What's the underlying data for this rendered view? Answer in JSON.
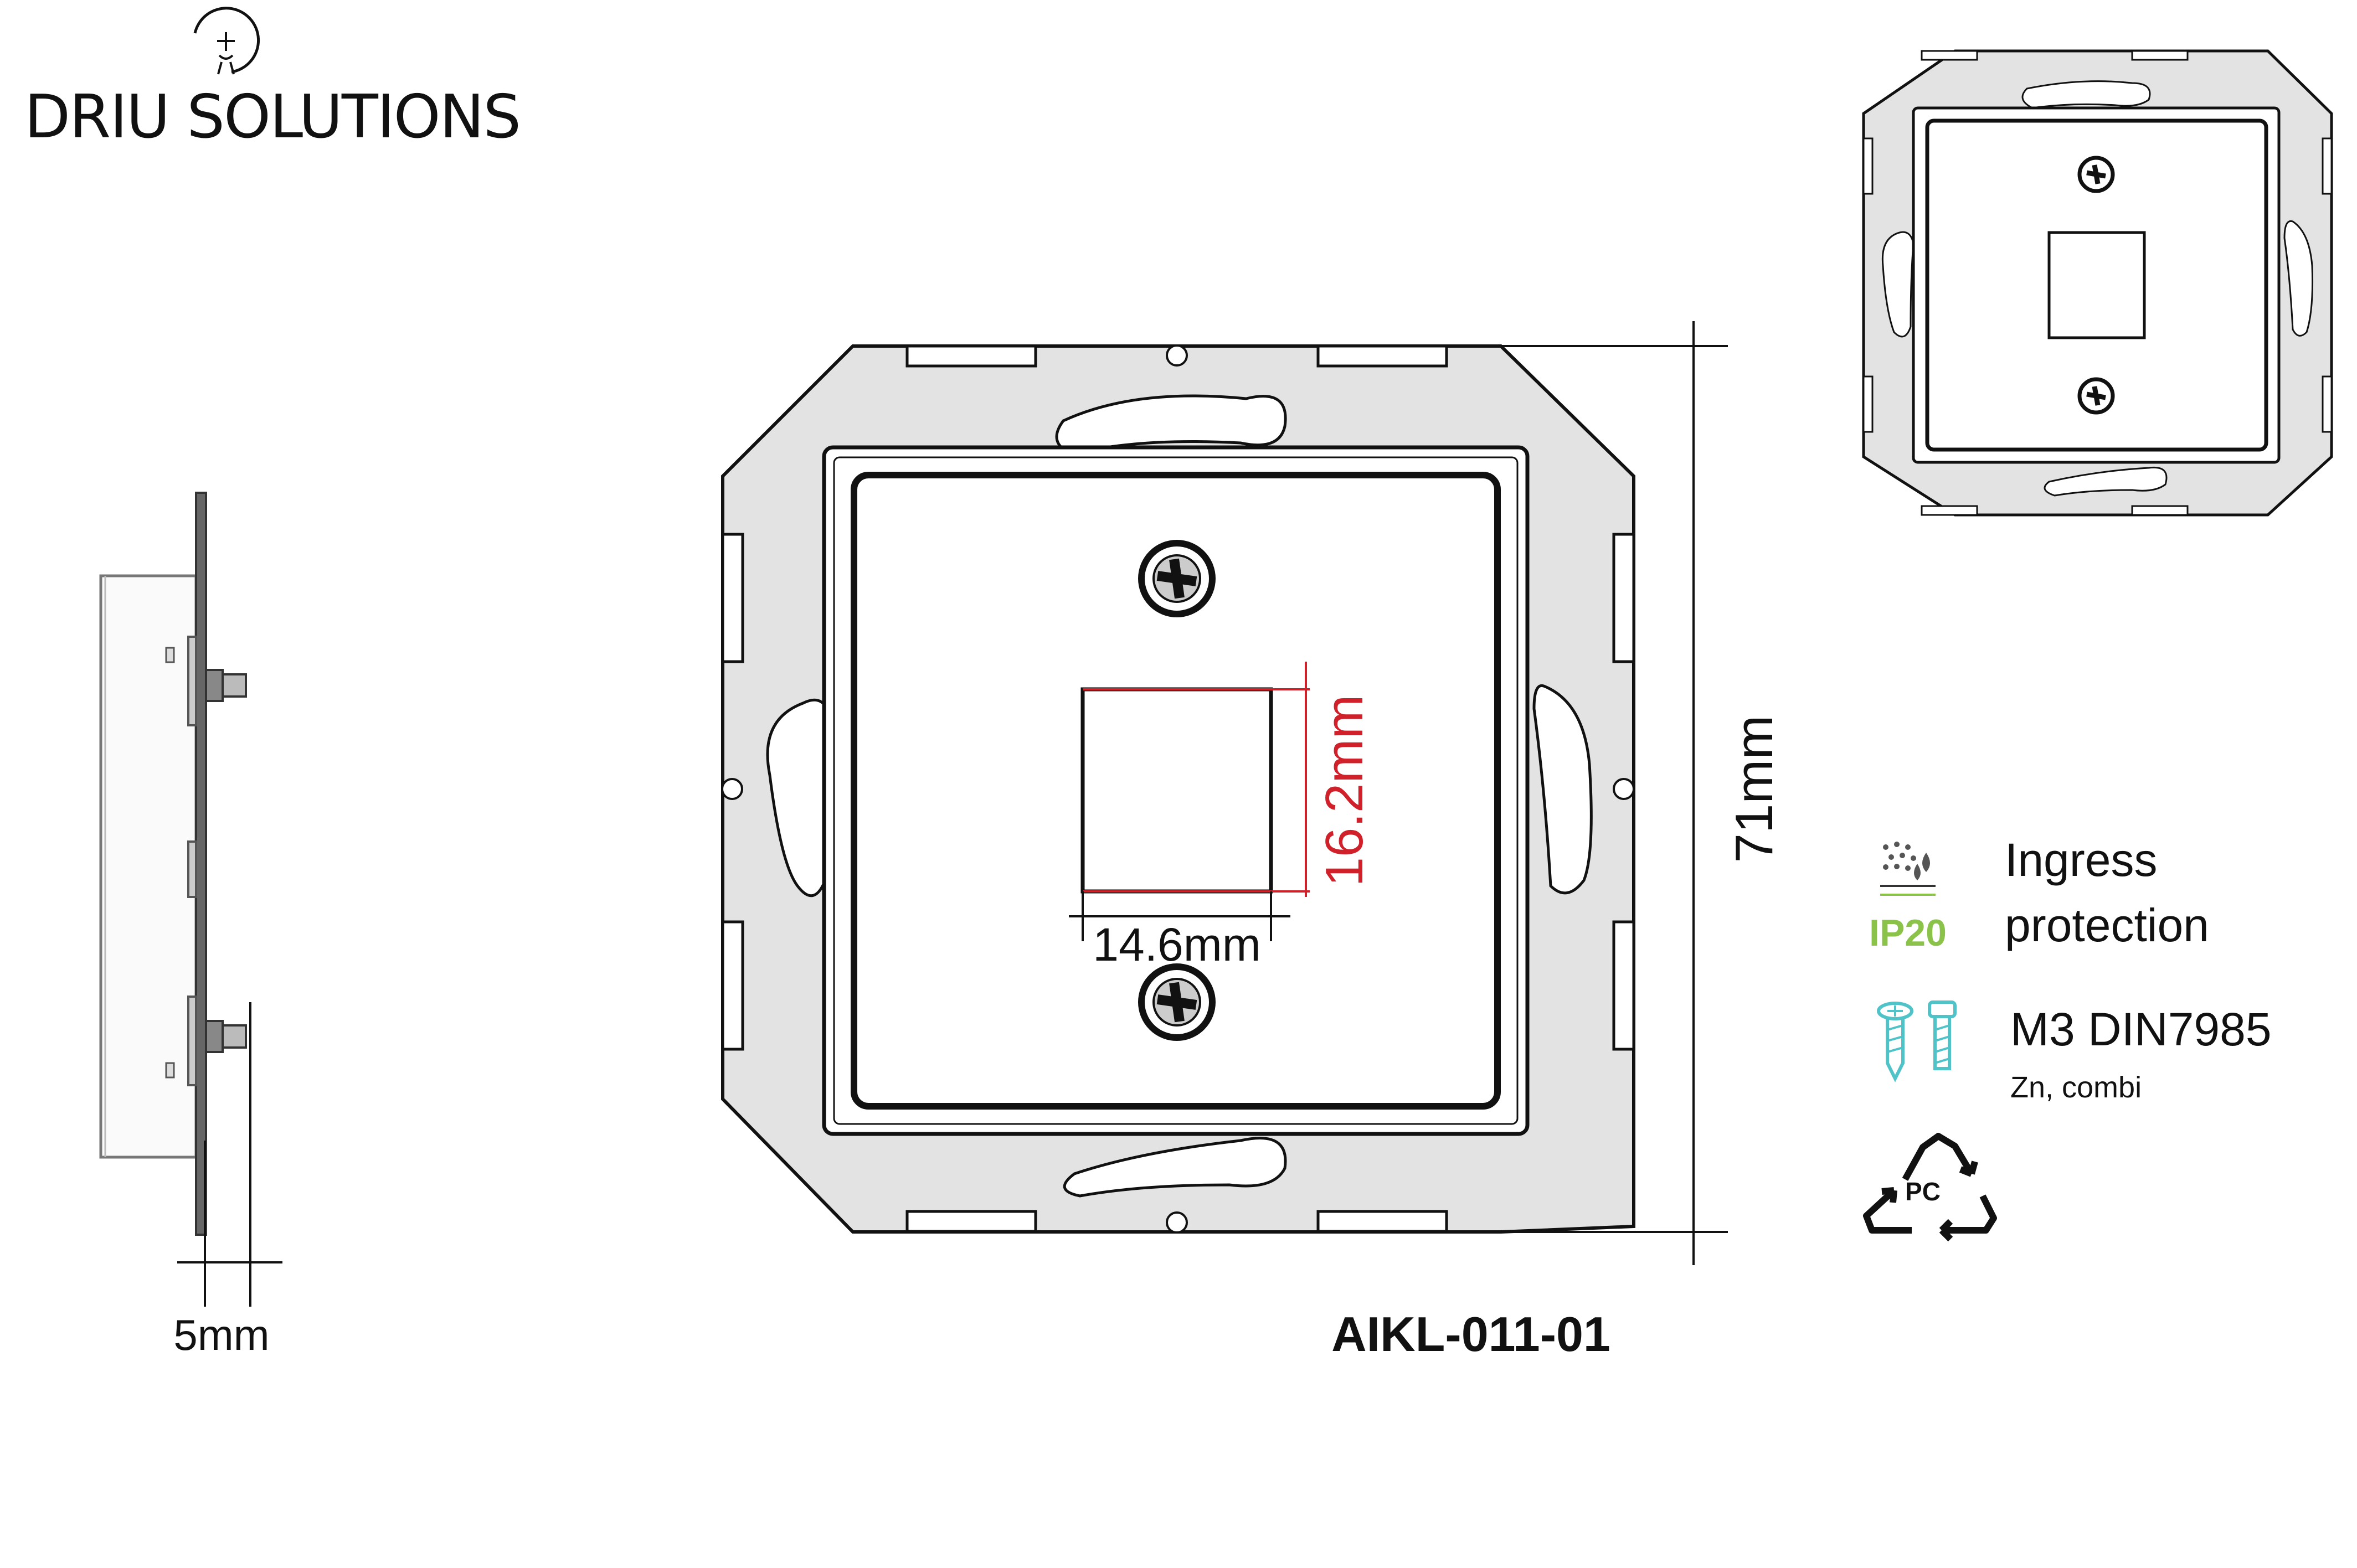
{
  "brand": {
    "name": "DRIU SOLUTIONS",
    "logo_icon": "bulb-icon"
  },
  "dimensions": {
    "side_depth": "5mm",
    "overall_height": "71mm",
    "opening_height": "16.2mm",
    "opening_width": "14.6mm"
  },
  "product": {
    "code": "AIKL-011-01"
  },
  "specs": {
    "ingress": {
      "icon": "ingress-protection-icon",
      "rating": "IP20",
      "label_line1": "Ingress",
      "label_line2": "protection"
    },
    "screw": {
      "icon": "screw-icon",
      "label": "M3 DIN7985",
      "sublabel": "Zn, combi"
    },
    "material": {
      "icon": "recycle-icon",
      "code": "PC"
    }
  },
  "colors": {
    "line": "#111111",
    "frame_fill": "#e3e3e3",
    "dimension_red": "#d0202a",
    "ip_green": "#8bc34a",
    "screw_teal": "#4fc3c8"
  }
}
